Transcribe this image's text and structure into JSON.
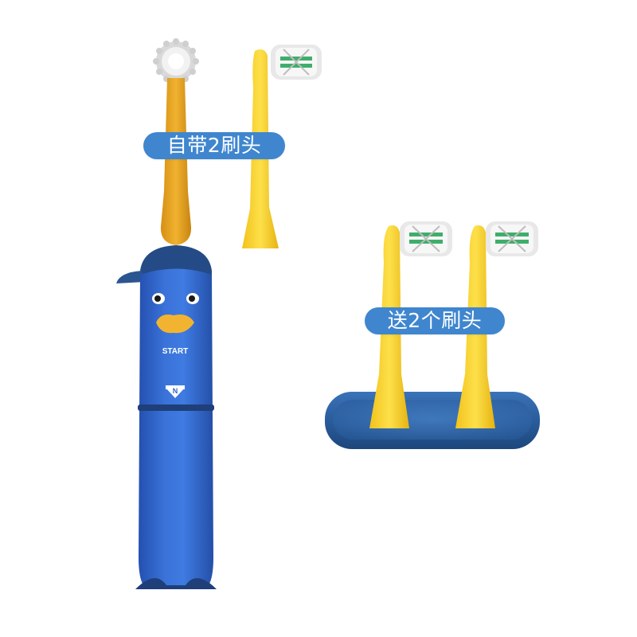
{
  "labels": {
    "included_heads": "自带2刷头",
    "bonus_heads": "送2个刷头"
  },
  "toothbrush": {
    "button_text": "START",
    "logo_letter": "N"
  },
  "colors": {
    "body_blue": "#2f63c8",
    "cap_navy": "#244b86",
    "brush_yellow": "#f6c928",
    "neck_orange": "#e7a61f",
    "pill_blue": "#3f86cf",
    "stand_blue": "#2b5f9c",
    "bristle_green": "#3fae6a"
  }
}
